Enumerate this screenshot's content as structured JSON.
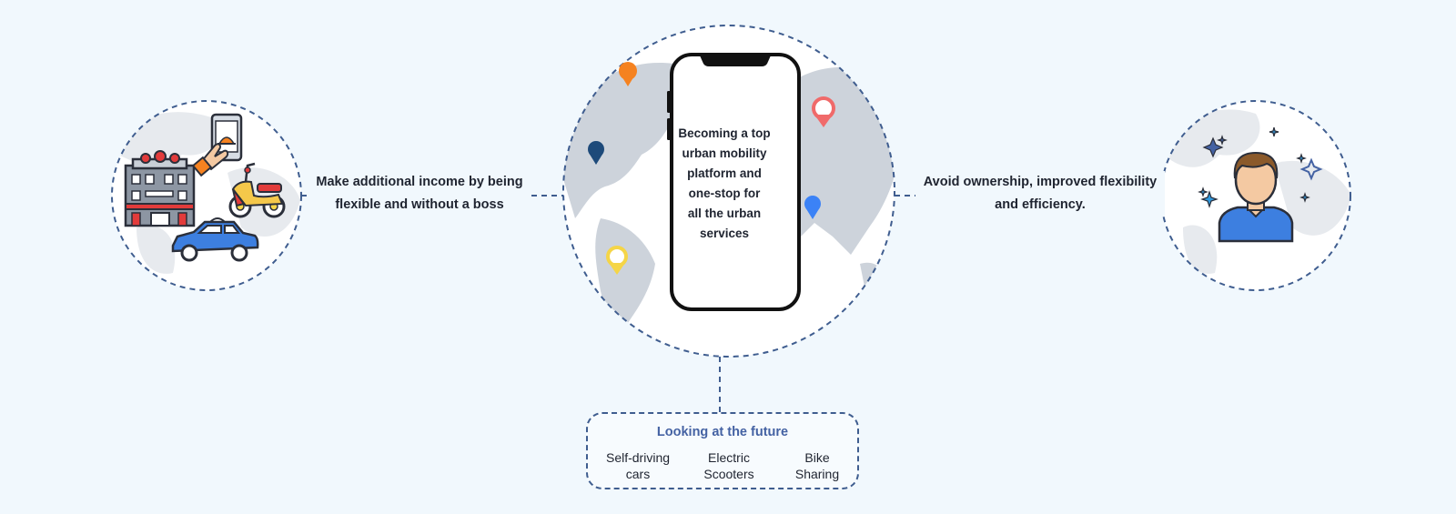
{
  "left_caption": {
    "line1": "Make additional income by being",
    "line2": "flexible and without a boss"
  },
  "right_caption": {
    "line1": "Avoid ownership, improved flexibility",
    "line2": "and efficiency."
  },
  "phone": {
    "lines": [
      "Becoming a top",
      "urban mobility",
      "platform and",
      "one-stop for",
      "all the urban",
      "services"
    ]
  },
  "future": {
    "title": "Looking at the future",
    "items": [
      {
        "line1": "Self-driving",
        "line2": "cars"
      },
      {
        "line1": "Electric",
        "line2": "Scooters"
      },
      {
        "line1": "Bike",
        "line2": "Sharing"
      }
    ]
  },
  "colors": {
    "dashed": "#3f5d8f",
    "map": "#cdd3db",
    "pin_orange": "#f58220",
    "pin_red": "#f06a6a",
    "pin_navy": "#1d4a7a",
    "pin_blue": "#3b82f6",
    "pin_yellow": "#f5d547"
  },
  "icons": [
    "building-icon",
    "phone-tap-icon",
    "scooter-icon",
    "car-icon",
    "map-pin-icon",
    "person-icon",
    "sparkle-icon"
  ]
}
